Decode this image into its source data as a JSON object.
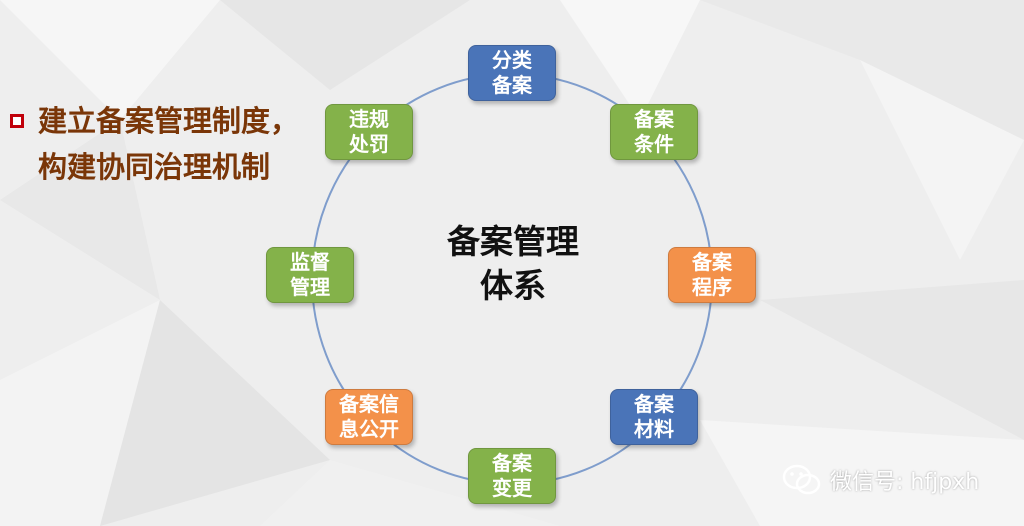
{
  "bullet": {
    "line1": "建立备案管理制度，",
    "line2": "构建协同治理机制"
  },
  "center": {
    "line1": "备案管理",
    "line2": "体系"
  },
  "colors": {
    "blue": "#4a74b8",
    "green": "#84b24a",
    "orange": "#f3914a",
    "ring": "#7f9dcc"
  },
  "nodes": [
    {
      "line1": "分类",
      "line2": "备案",
      "color": "blue"
    },
    {
      "line1": "备案",
      "line2": "条件",
      "color": "green"
    },
    {
      "line1": "备案",
      "line2": "程序",
      "color": "orange"
    },
    {
      "line1": "备案",
      "line2": "材料",
      "color": "blue"
    },
    {
      "line1": "备案",
      "line2": "变更",
      "color": "green"
    },
    {
      "line1": "备案信",
      "line2": "息公开",
      "color": "orange"
    },
    {
      "line1": "监督",
      "line2": "管理",
      "color": "green"
    },
    {
      "line1": "违规",
      "line2": "处罚",
      "color": "green"
    }
  ],
  "watermark": {
    "text": "微信号: hfjpxh",
    "icon": "wechat-icon"
  }
}
